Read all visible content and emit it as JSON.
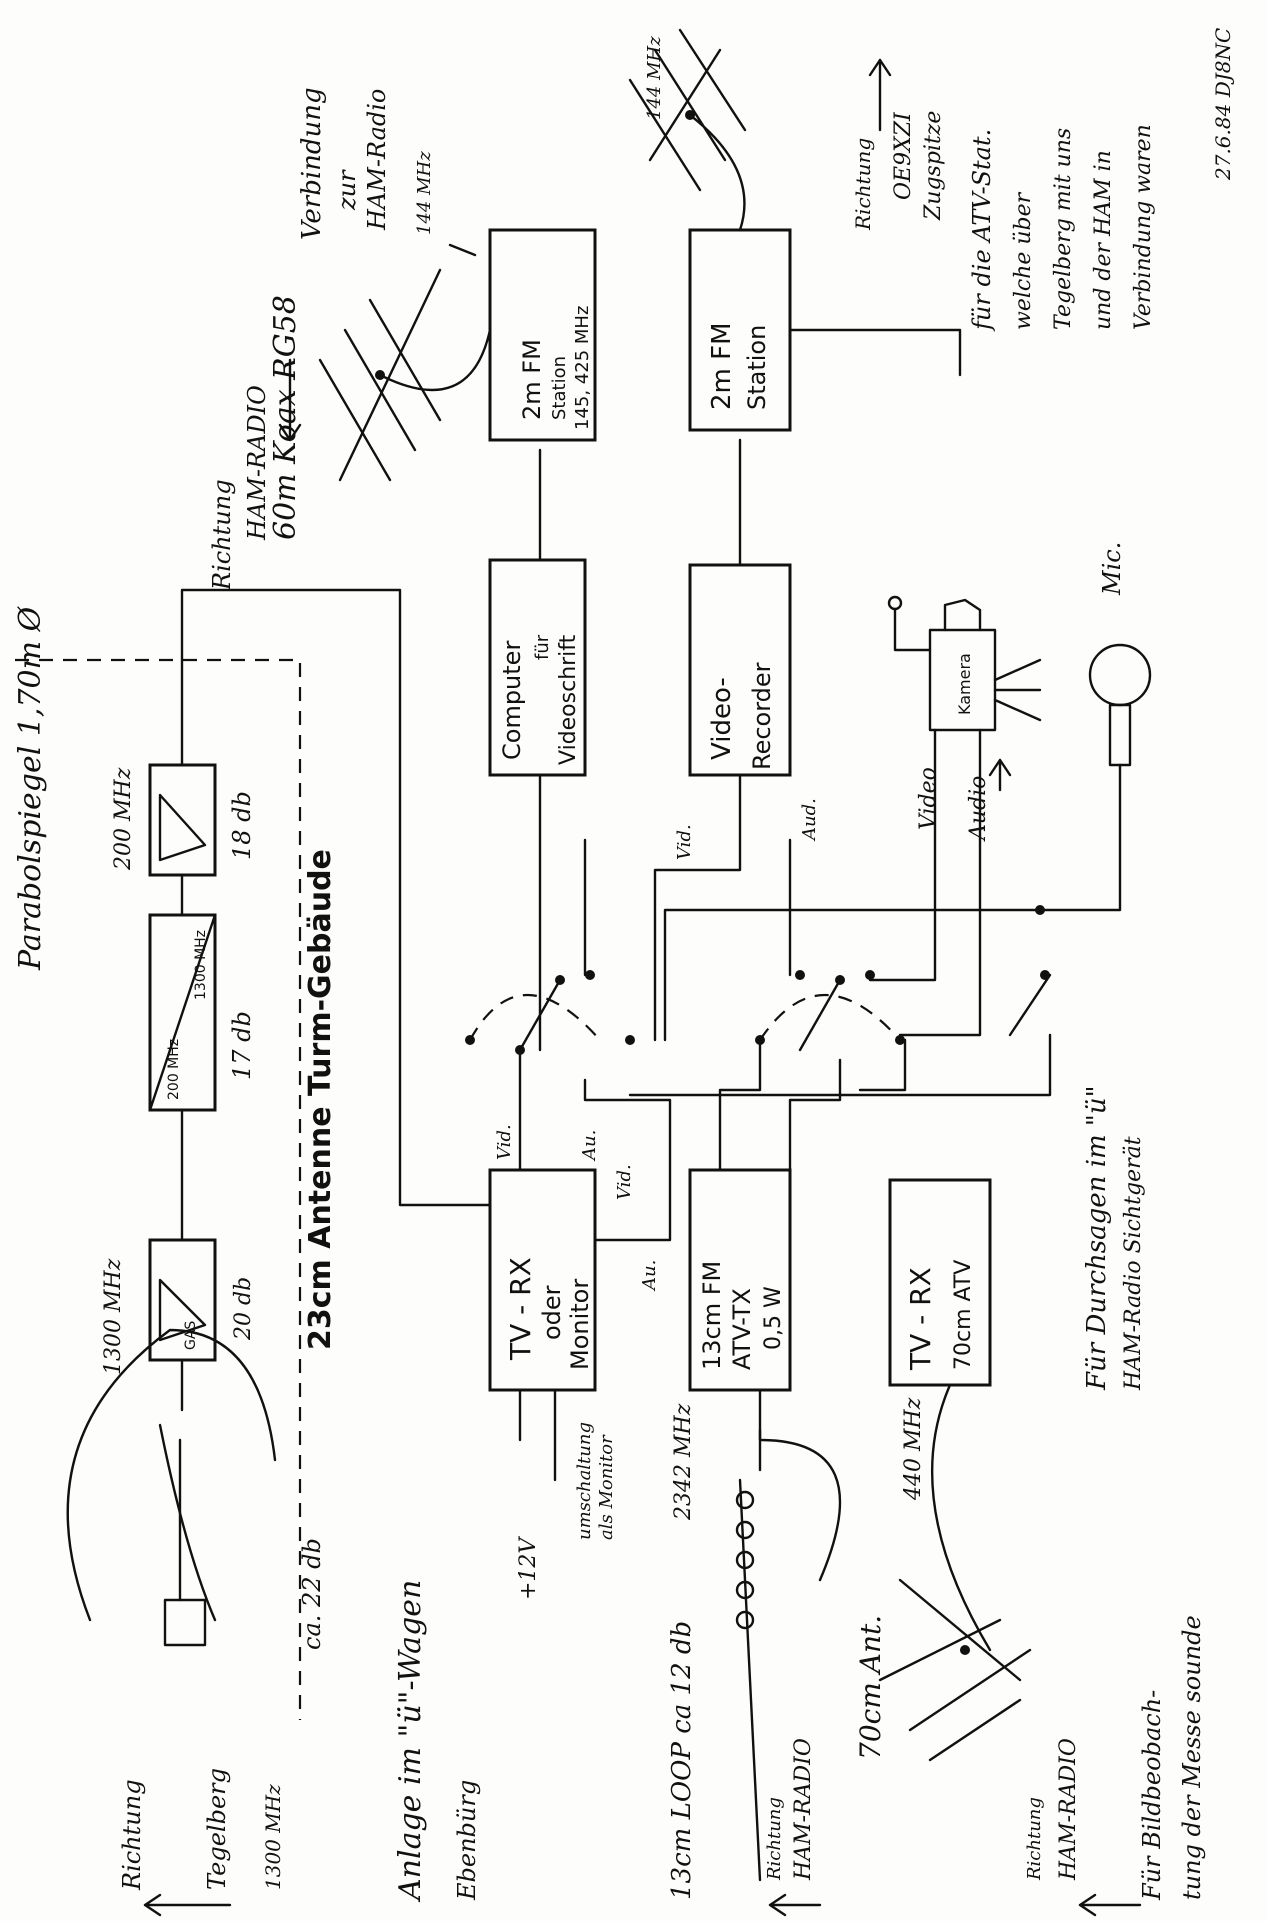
{
  "diagram": {
    "header": {
      "dish": "Parabolspiegel 1,70m Ø",
      "dish_dir_1": "Richtung",
      "dish_dir_2": "Tegelberg",
      "dish_freq": "1300 MHz",
      "dish_gain": "ca. 22 db",
      "wagon_1": "Anlage im \"ü\"-Wagen",
      "wagon_2": "Ebenbürg",
      "loop_label": "13cm LOOP ca 12 db",
      "loop_dir_1": "Richtung",
      "loop_dir_2": "HAM-RADIO",
      "ant70_label": "70cm Ant.",
      "ant70_dir_1": "Richtung",
      "ant70_dir_2": "HAM-RADIO",
      "pickup_1": "Für Bildbeobach-",
      "pickup_2": "tung der Messe sounde",
      "throughput_1": "Für Durchsagen im \"ü\"",
      "throughput_2": "HAM-Radio Sichtgerät",
      "vert_tower": "23cm Antenne Turm-Gebäude",
      "right_note_1": "für die ATV-Stat.",
      "right_note_2": "welche über",
      "right_note_3": "Tegelberg mit uns",
      "right_note_4": "und der HAM in",
      "right_note_5": "Verbindung waren",
      "right_zug": "Zugspitze",
      "right_call": "OE9XZI",
      "right_dir": "Richtung",
      "right_date": "27.6.84 DJ8NC",
      "ham_dir_1": "Richtung",
      "ham_dir_2": "HAM-RADIO",
      "ham_link_1": "Verbindung",
      "ham_link_2": "zur",
      "ham_link_3": "HAM-Radio",
      "coax": "60m Koax RG58"
    },
    "blocks": {
      "lna_label": "GAS",
      "lna_freq": "1300 MHz",
      "lna_gain": "20 db",
      "conv_top": "200 MHz",
      "conv_bottom": "1300 MHz",
      "conv_gain": "17 db",
      "amp_freq": "200 MHz",
      "amp_gain": "18 db",
      "tvrx_1": "TV - RX",
      "tvrx_2": "oder",
      "tvrx_3": "Monitor",
      "atvtx_1": "13cm FM",
      "atvtx_2": "ATV-TX",
      "atvtx_3": "0,5 W",
      "tvrx70_1": "TV - RX",
      "tvrx70_2": "70cm ATV",
      "fm2_1": "2m FM",
      "fm2_2": "Station",
      "fm2_3": "145, 425 MHz",
      "fm2b_1": "2m FM",
      "fm2b_2": "Station",
      "computer_1": "Computer",
      "computer_2": "für",
      "computer_3": "Videoschrift",
      "vcr_1": "Video-",
      "vcr_2": "Recorder",
      "camera": "Kamera",
      "mic": "Mic."
    },
    "labels": {
      "v12": "+12V",
      "switch_note_1": "umschaltung",
      "switch_note_2": "als Monitor",
      "f2342": "2342 MHz",
      "f440": "440 MHz",
      "f144a": "144 MHz",
      "f144b": "144 MHz",
      "vid1": "Vid.",
      "au1": "Au.",
      "vid2": "Vid.",
      "au2": "Au.",
      "vid3": "Vid.",
      "aud3": "Aud.",
      "video": "Video",
      "audio": "Audio"
    }
  }
}
